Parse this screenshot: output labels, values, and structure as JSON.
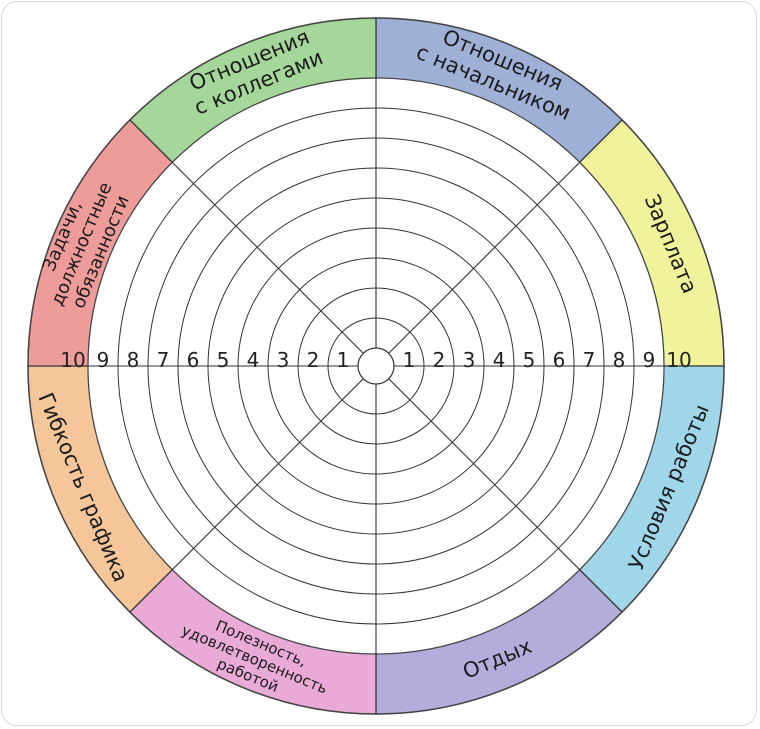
{
  "sectors": [
    {
      "key": "boss",
      "lines": [
        "Отношения",
        "с начальником"
      ],
      "color": "#9fb0d6"
    },
    {
      "key": "salary",
      "lines": [
        "Зарплата"
      ],
      "color": "#f1f29c"
    },
    {
      "key": "conditions",
      "lines": [
        "Условия работы"
      ],
      "color": "#9fd6ea"
    },
    {
      "key": "rest",
      "lines": [
        "Отдых"
      ],
      "color": "#b3addc"
    },
    {
      "key": "usefulness",
      "lines": [
        "Полезность,",
        "удовлетворенность",
        "работой"
      ],
      "color": "#e9aad8"
    },
    {
      "key": "flexibility",
      "lines": [
        "Гибкость графика"
      ],
      "color": "#f4c69a"
    },
    {
      "key": "tasks",
      "lines": [
        "Задачи,",
        "должностные",
        "обязанности"
      ],
      "color": "#ee9c9a"
    },
    {
      "key": "colleagues",
      "lines": [
        "Отношения",
        "с коллегами"
      ],
      "color": "#a6d79a"
    }
  ],
  "scale": {
    "left": [
      "10",
      "9",
      "8",
      "7",
      "6",
      "5",
      "4",
      "3",
      "2",
      "1"
    ],
    "right": [
      "1",
      "2",
      "3",
      "4",
      "5",
      "6",
      "7",
      "8",
      "9",
      "10"
    ]
  }
}
